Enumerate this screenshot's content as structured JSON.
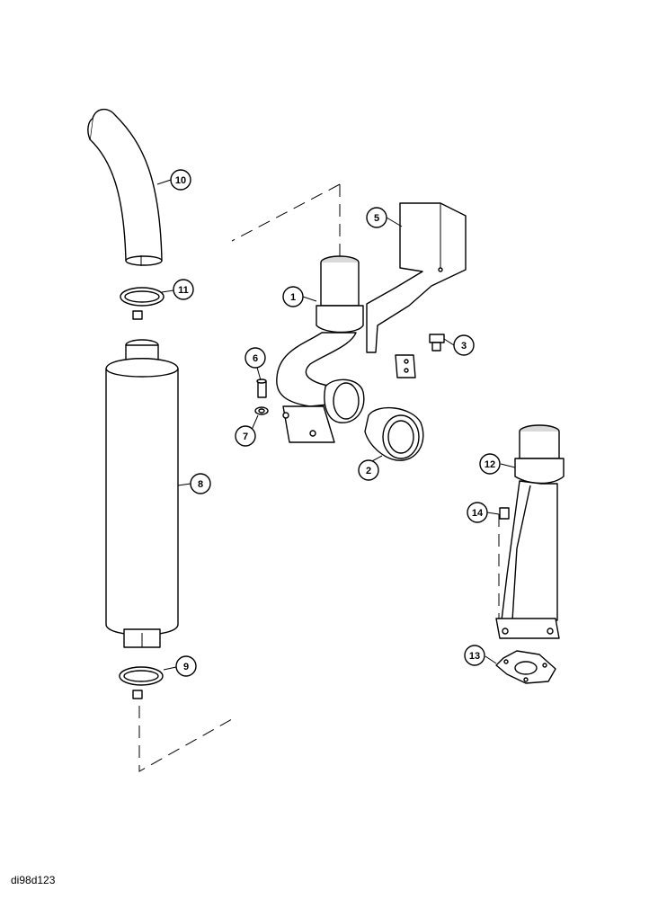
{
  "diagram": {
    "drawing_code": "di98d123",
    "callouts": [
      "1",
      "2",
      "3",
      "5",
      "6",
      "7",
      "8",
      "9",
      "10",
      "11",
      "12",
      "13",
      "14"
    ]
  },
  "colors": {
    "line": "#000000",
    "fill": "#ffffff",
    "shade": "#d9d9d9"
  }
}
